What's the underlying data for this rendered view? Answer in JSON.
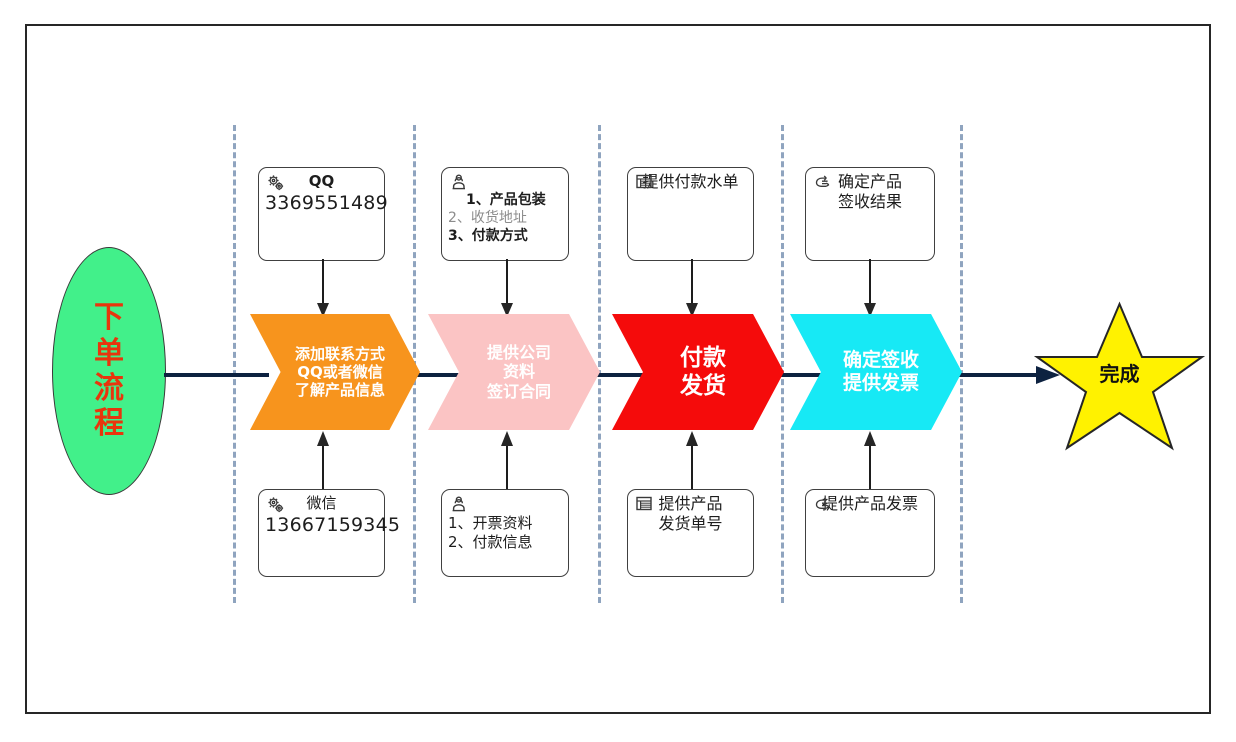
{
  "diagram": {
    "title": "下单流程",
    "start_node": {
      "label": "下单流程",
      "fill": "#42F08A",
      "text_color": "#e8350d"
    },
    "end_node": {
      "label": "完成",
      "fill": "#FFF200",
      "text_color": "#111111",
      "shape": "star"
    },
    "stages": [
      {
        "id": "stage-1",
        "icon": "gears-icon",
        "chevron": {
          "fill": "#F7941D",
          "lines": [
            "添加联系方式",
            "QQ或者微信",
            "了解产品信息"
          ]
        },
        "note_top": {
          "icon": "gears-icon",
          "lines": [
            "QQ",
            "3369551489"
          ]
        },
        "note_bottom": {
          "icon": "gears-icon",
          "lines": [
            "微信",
            "13667159345"
          ]
        }
      },
      {
        "id": "stage-2",
        "icon": "person-icon",
        "chevron": {
          "fill": "#FBC4C4",
          "lines": [
            "提供公司",
            "资料",
            "签订合同"
          ]
        },
        "note_top": {
          "icon": "person-icon",
          "lines": [
            "1、产品包装",
            "2、收货地址",
            "3、付款方式"
          ]
        },
        "note_bottom": {
          "icon": "person-icon",
          "lines": [
            "1、开票资料",
            "2、付款信息"
          ]
        }
      },
      {
        "id": "stage-3",
        "icon": "document-list-icon",
        "chevron": {
          "fill": "#F50B0B",
          "lines": [
            "付款",
            "发货"
          ]
        },
        "note_top": {
          "icon": "document-list-icon",
          "lines": [
            "提供付款水单"
          ]
        },
        "note_bottom": {
          "icon": "document-list-icon",
          "lines": [
            "提供产品",
            "发货单号"
          ]
        }
      },
      {
        "id": "stage-4",
        "icon": "pointing-hand-icon",
        "chevron": {
          "fill": "#17E9F5",
          "lines": [
            "确定签收",
            "提供发票"
          ]
        },
        "note_top": {
          "icon": "pointing-hand-icon",
          "lines": [
            "确定产品",
            "签收结果"
          ]
        },
        "note_bottom": {
          "icon": "pointing-hand-icon",
          "lines": [
            "提供产品发票"
          ]
        }
      }
    ],
    "colors": {
      "frame_border": "#262626",
      "divider": "#8fa4bf",
      "connector": "#0d2240",
      "note_border": "#404040"
    }
  }
}
